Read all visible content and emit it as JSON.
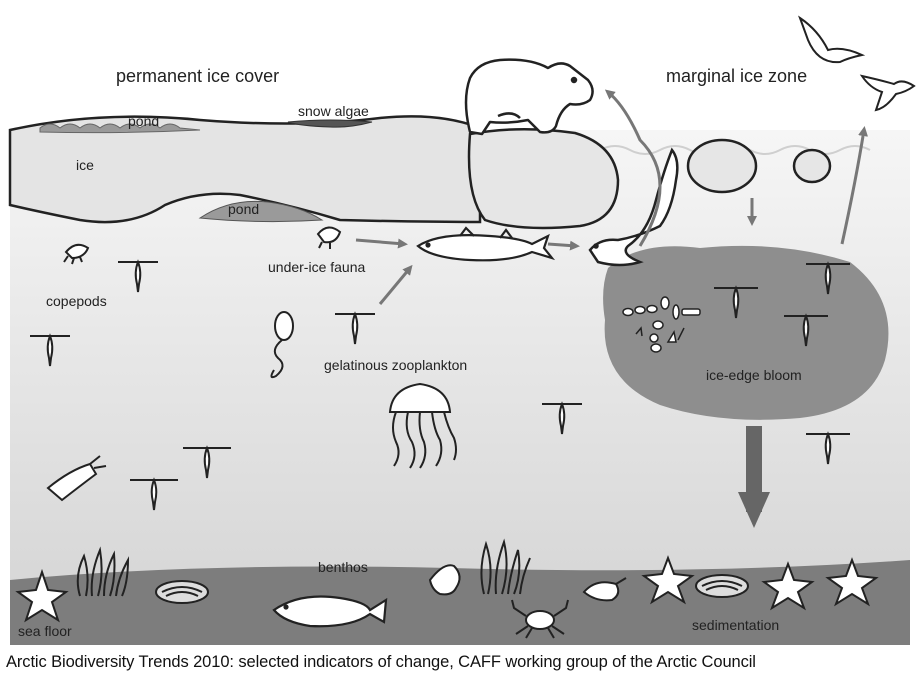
{
  "labels": {
    "permanent_ice_cover": "permanent ice cover",
    "marginal_ice_zone": "marginal ice zone",
    "pond_top": "pond",
    "snow_algae": "snow algae",
    "ice": "ice",
    "pond_bottom": "pond",
    "under_ice_fauna": "under-ice fauna",
    "copepods": "copepods",
    "gelatinous_zooplankton": "gelatinous zooplankton",
    "ice_edge_bloom": "ice-edge bloom",
    "benthos": "benthos",
    "sea_floor": "sea floor",
    "sedimentation": "sedimentation"
  },
  "caption": "Arctic Biodiversity Trends 2010: selected indicators of change, CAFF working group of the Arctic Council",
  "colors": {
    "water_top": "#f2f2f2",
    "water_bottom": "#d9d9d9",
    "ice": "#e6e6e6",
    "seafloor": "#7f7f7f",
    "bloom": "#8c8c8c",
    "arrow": "#777777",
    "outline": "#222222"
  },
  "icons": [
    "polar-bear-icon",
    "seal-icon",
    "fish-icon",
    "bird-icon",
    "copepod-icon",
    "jellyfish-icon",
    "amphipod-icon",
    "shrimp-icon",
    "starfish-icon",
    "clam-icon",
    "crab-icon",
    "flatfish-icon",
    "kelp-icon",
    "algae-cells-icon"
  ]
}
